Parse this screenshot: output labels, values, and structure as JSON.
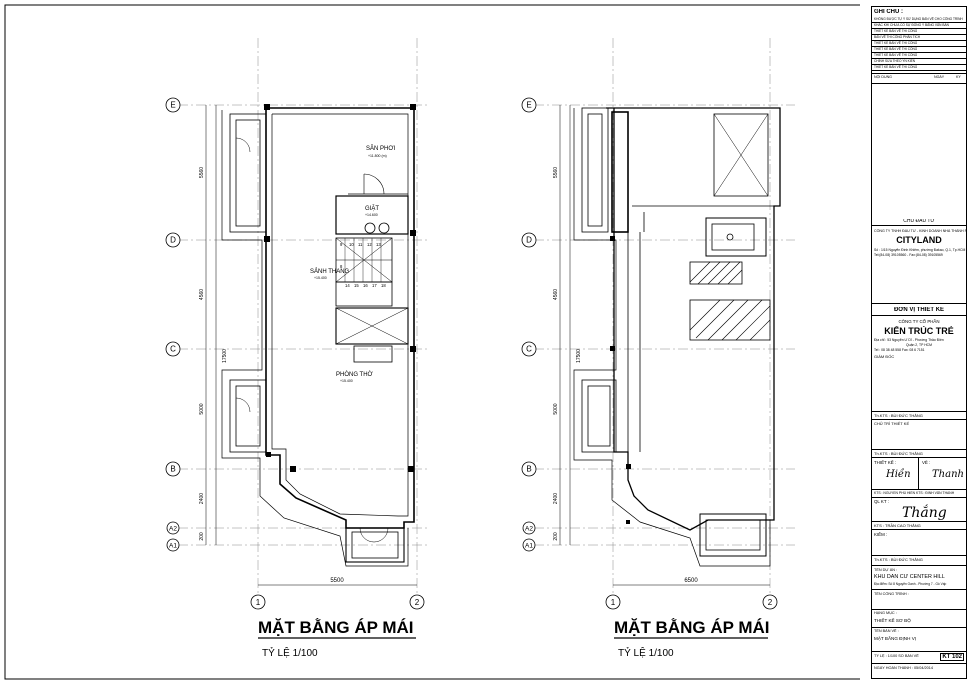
{
  "drawings": [
    {
      "title": "MẶT BẰNG ÁP MÁI",
      "scale": "TỶ LỆ 1/100",
      "width_dim": "5500",
      "rooms": [
        {
          "name": "SÂN PHƠI",
          "level": "+11.800 (m)"
        },
        {
          "name": "GIẶT",
          "level": "+14.600"
        },
        {
          "name": "SẢNH THANG",
          "level": "+15.400"
        },
        {
          "name": "PHÒNG THỜ",
          "level": "+15.400"
        }
      ]
    },
    {
      "title": "MẶT BẰNG ÁP MÁI",
      "scale": "TỶ LỆ 1/100",
      "width_dim": "6500",
      "rooms": []
    }
  ],
  "grid": {
    "rows": [
      "E",
      "D",
      "C",
      "B",
      "A2",
      "A1"
    ],
    "cols": [
      "1",
      "2"
    ],
    "row_dims": [
      "5560",
      "4560",
      "5000",
      "2400",
      "200"
    ],
    "total_dim": "17500"
  },
  "stair_numbers": [
    "9",
    "10",
    "11",
    "12",
    "13",
    "8",
    "14",
    "15",
    "16",
    "17",
    "18"
  ],
  "title_block": {
    "notes_title": "GHI CHÚ :",
    "notes": [
      "KHÔNG ĐƯỢC TỰ Ý SỬ DỤNG BẢN VẼ CHO CÔNG TRÌNH",
      "KHÁC KHI CHƯA CÓ SỰ ĐỒNG Ý BẰNG VĂN BẢN",
      "THIẾT KẾ BẢN VẼ THI CÔNG",
      "BẢN VẼ THI CÔNG PHÂN TÍCH",
      "THIẾT KẾ BẢN VẼ THI CÔNG",
      "THIẾT KẾ BẢN VẼ THI CÔNG",
      "THIẾT KẾ BẢN VẼ THI CÔNG",
      "CHỈNH SỬA THEO ÝN KIẾN",
      "THIẾT KẾ BẢN VẼ THI CÔNG"
    ],
    "rev_headers": [
      "NỘI DUNG",
      "NGÀY",
      "KÝ"
    ],
    "owner_label": "CHỦ ĐẦU TƯ",
    "owner_company": "CÔNG TY TNHH ĐẦU TƯ - KINH DOANH NHÀ THÀNH PHỐ",
    "owner_brand": "CITYLAND",
    "owner_addr": "Số : 1/15 Nguyễn Đình Khiêm, phường Đakao, Q.1, Tp.HCM",
    "owner_phone": "Tel:(84-08) 39105560 - Fax:(84-08) 39105569",
    "designer_label": "ĐƠN VỊ THIẾT KẾ",
    "designer_company": "CÔNG TY CỔ PHẦN",
    "designer_brand": "KIẾN TRÚC TRẺ",
    "designer_addr": "Địa chỉ : 53 Nguyễn Ư Dĩ - Phường Thảo Điền",
    "designer_addr2": "Quận 2, TP HCM",
    "designer_phone": "Tel : 08 38 48 558 Fax: 08 6 7151",
    "director": "GIÁM ĐỐC",
    "arch1": "Th.KTS : BÙI ĐỨC THẮNG",
    "arch1_role": "CHỦ TRÌ THIẾT KẾ",
    "arch2": "Th.KTS : BÙI ĐỨC THẮNG",
    "design_label": "THIẾT KẾ :",
    "draw_label": "VẼ :",
    "design_names": "KTS : NGUYỄN PHÚ HIỂN  KTS : ĐINH VĂN THANH",
    "check_label": "QL KT :",
    "check_name": "KTS : TRẦN CAO THẮNG",
    "kiem_label": "KIỂM :",
    "kiem_name": "Th.KTS : BÙI ĐỨC THẮNG",
    "project_label": "TÊN DỰ ÁN :",
    "project": "KHU DÂN CƯ CENTER HILL",
    "project_addr": "Địa điểm: Số 8 Nguyễn Oanh - Phường 7 - Gò Vấp",
    "work_label": "TÊN CÔNG TRÌNH :",
    "category_label": "HẠNG MỤC :",
    "category": "THIẾT KẾ SƠ BỘ",
    "sheet_label": "TÊN BẢN VẼ :",
    "sheet_name": "MẶT BẰNG ĐỊNH VỊ",
    "scale": "TỶ LỆ : 1/100   SỐ BẢN VẼ",
    "sheet_no": "KT 102",
    "date": "NGÀY HOÀN THÀNH : 05/04/2014"
  }
}
